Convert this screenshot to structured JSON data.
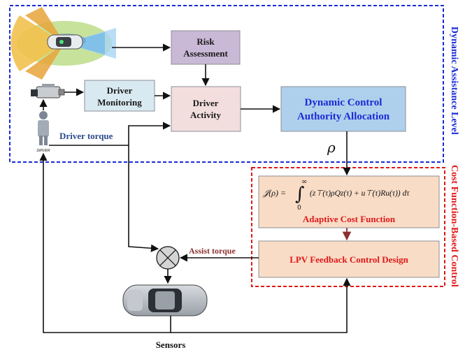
{
  "colors": {
    "dynamic_frame": "#1a2bd6",
    "cost_frame": "#e01818",
    "risk_fill": "#c9b8d6",
    "monitor_fill": "#d9e9f1",
    "activity_fill": "#f3dede",
    "dcaa_fill": "#aed0ec",
    "dcaa_text": "#1a2bd6",
    "cost_fill": "#f8dcc6",
    "cost_text": "#e01818",
    "assist_text": "#8b3030",
    "driver_torque_text": "#2c4a8c",
    "arrow": "#111111",
    "cost_arrow": "#8b3030"
  },
  "frames": {
    "dynamic_level": "Dynamic Assistance Level",
    "cost_based": "Cost Function-Based Control"
  },
  "blocks": {
    "risk": [
      "Risk",
      "Assessment"
    ],
    "monitoring": [
      "Driver",
      "Monitoring"
    ],
    "activity": [
      "Driver",
      "Activity"
    ],
    "dcaa": [
      "Dynamic Control",
      "Authority Allocation"
    ],
    "cost_formula_lhs": "𝒥(ρ) =",
    "cost_formula_rhs": "(z⊤(τ)ρQz(τ) + u⊤(τ)Ru(τ)) dτ",
    "cost_integral_upper": "∞",
    "cost_integral_lower": "0",
    "cost_function": "Adaptive Cost Function",
    "lpv": "LPV Feedback Control Design"
  },
  "labels": {
    "rho": "ρ",
    "driver_torque": "Driver torque",
    "assist_torque": "Assist torque",
    "sensors": "Sensors",
    "driver_icon": "DRIVER"
  },
  "icons": {
    "sensor_car": "car-sensor-field-icon",
    "camera": "camera-icon",
    "driver": "person-icon",
    "summing_junction": "summing-junction-icon",
    "vehicle": "car-top-view-icon"
  }
}
